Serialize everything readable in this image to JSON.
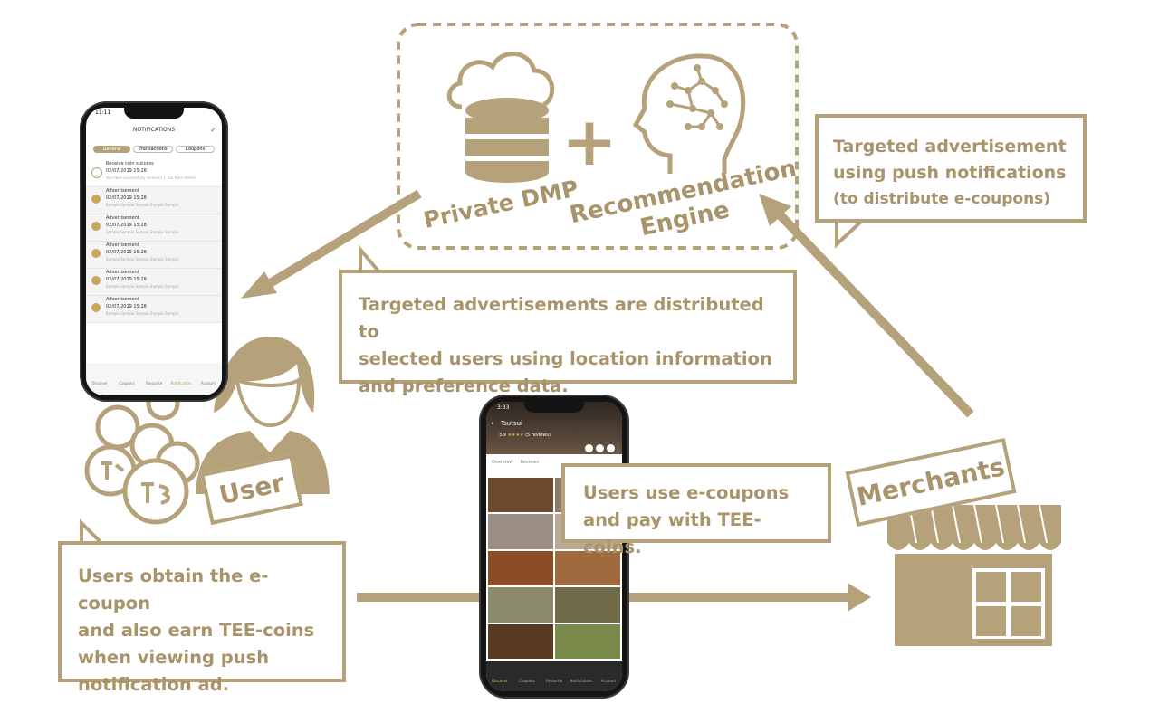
{
  "colors": {
    "accent": "#b5a27a",
    "accent_text": "#a8936a",
    "phone_body": "#141414"
  },
  "dmp_label": "Private DMP",
  "plus_sign": "+",
  "engine_label_line1": "Recommendation",
  "engine_label_line2": "Engine",
  "callout_push": [
    "Targeted advertisement",
    "using push notifications",
    "(to distribute e-coupons)"
  ],
  "callout_targeted": [
    "Targeted advertisements are distributed to",
    "selected users using location information",
    "and preference data."
  ],
  "callout_users_use": [
    "Users use e-coupons",
    "and pay with TEE-coins."
  ],
  "callout_obtain": [
    "Users obtain the e-coupon",
    "and also earn TEE-coins",
    "when viewing push",
    "notification ad."
  ],
  "user_tag": "User",
  "merchants_tag": "Merchants",
  "phone_left": {
    "time": "11:11",
    "header": "NOTIFICATIONS",
    "tabs": [
      "General",
      "Transactions",
      "Coupons"
    ],
    "items": [
      {
        "title": "Receive coin success",
        "date": "02/07/2019 15:28",
        "body": "You have successfully received 1 TEE from Admin"
      },
      {
        "title": "Advertisement",
        "date": "02/07/2019 15:28",
        "body": "Sample Sample Sample Sample Sample"
      },
      {
        "title": "Advertisement",
        "date": "02/07/2019 15:28",
        "body": "Sample Sample Sample Sample Sample"
      },
      {
        "title": "Advertisement",
        "date": "02/07/2019 15:28",
        "body": "Sample Sample Sample Sample Sample"
      },
      {
        "title": "Advertisement",
        "date": "02/07/2019 15:28",
        "body": "Sample Sample Sample Sample Sample"
      },
      {
        "title": "Advertisement",
        "date": "02/07/2019 15:28",
        "body": "Sample Sample Sample Sample Sample"
      }
    ],
    "nav": [
      "Discover",
      "Coupons",
      "Favourite",
      "Notification",
      "Account"
    ]
  },
  "phone_center": {
    "time": "3:33",
    "restaurant": "Tsutsui",
    "rating": "3.9",
    "reviews": "(5 reviews)",
    "tabs": [
      "Overview",
      "Reviews"
    ],
    "nav": [
      "Discover",
      "Coupons",
      "Favourite",
      "Notifications",
      "Account"
    ]
  }
}
